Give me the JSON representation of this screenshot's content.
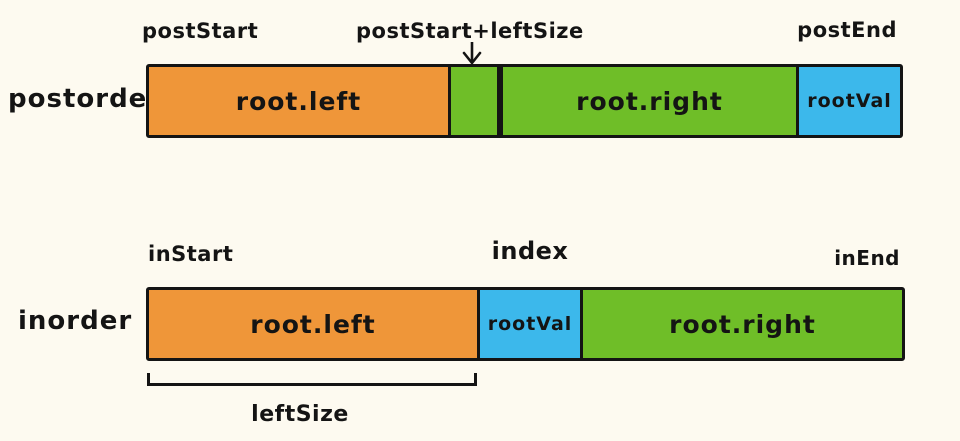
{
  "diagram": {
    "postorder": {
      "row_label": "postorder",
      "pointer_labels": {
        "start": "postStart",
        "mid": "postStart+leftSize",
        "end": "postEnd"
      },
      "segments": {
        "root_left": "root.left",
        "root_right": "root.right",
        "root_val": "rootVal"
      }
    },
    "inorder": {
      "row_label": "inorder",
      "pointer_labels": {
        "start": "inStart",
        "mid": "index",
        "end": "inEnd"
      },
      "segments": {
        "root_left": "root.left",
        "root_val": "rootVal",
        "root_right": "root.right"
      },
      "bracket_label": "leftSize"
    },
    "colors": {
      "orange": "#EF9639",
      "green": "#6FBE28",
      "blue": "#3CB8EB",
      "background": "#FDFAF0",
      "outline": "#141414"
    }
  }
}
